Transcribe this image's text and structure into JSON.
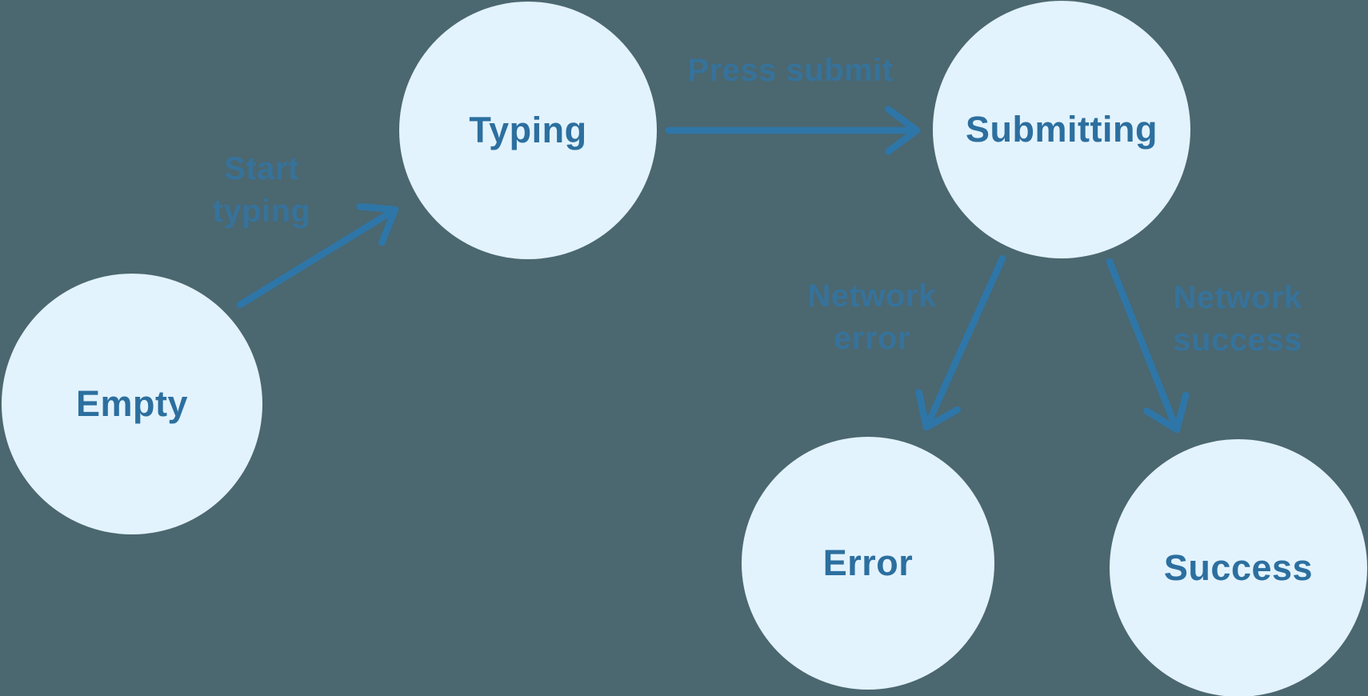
{
  "diagram": {
    "type": "state-machine",
    "background_color": "#4B6770",
    "node_fill_color": "#E3F3FD",
    "node_text_color": "#2C6F9F",
    "arrow_color": "#2E76A8",
    "edge_label_color": "#36729A"
  },
  "nodes": [
    {
      "id": "empty",
      "label": "Empty"
    },
    {
      "id": "typing",
      "label": "Typing"
    },
    {
      "id": "submitting",
      "label": "Submitting"
    },
    {
      "id": "error",
      "label": "Error"
    },
    {
      "id": "success",
      "label": "Success"
    }
  ],
  "edges": [
    {
      "from": "empty",
      "to": "typing",
      "label": "Start typing",
      "lines": [
        "Start",
        "typing"
      ]
    },
    {
      "from": "typing",
      "to": "submitting",
      "label": "Press submit",
      "lines": [
        "Press submit"
      ]
    },
    {
      "from": "submitting",
      "to": "error",
      "label": "Network error",
      "lines": [
        "Network",
        "error"
      ]
    },
    {
      "from": "submitting",
      "to": "success",
      "label": "Network success",
      "lines": [
        "Network",
        "success"
      ]
    }
  ]
}
